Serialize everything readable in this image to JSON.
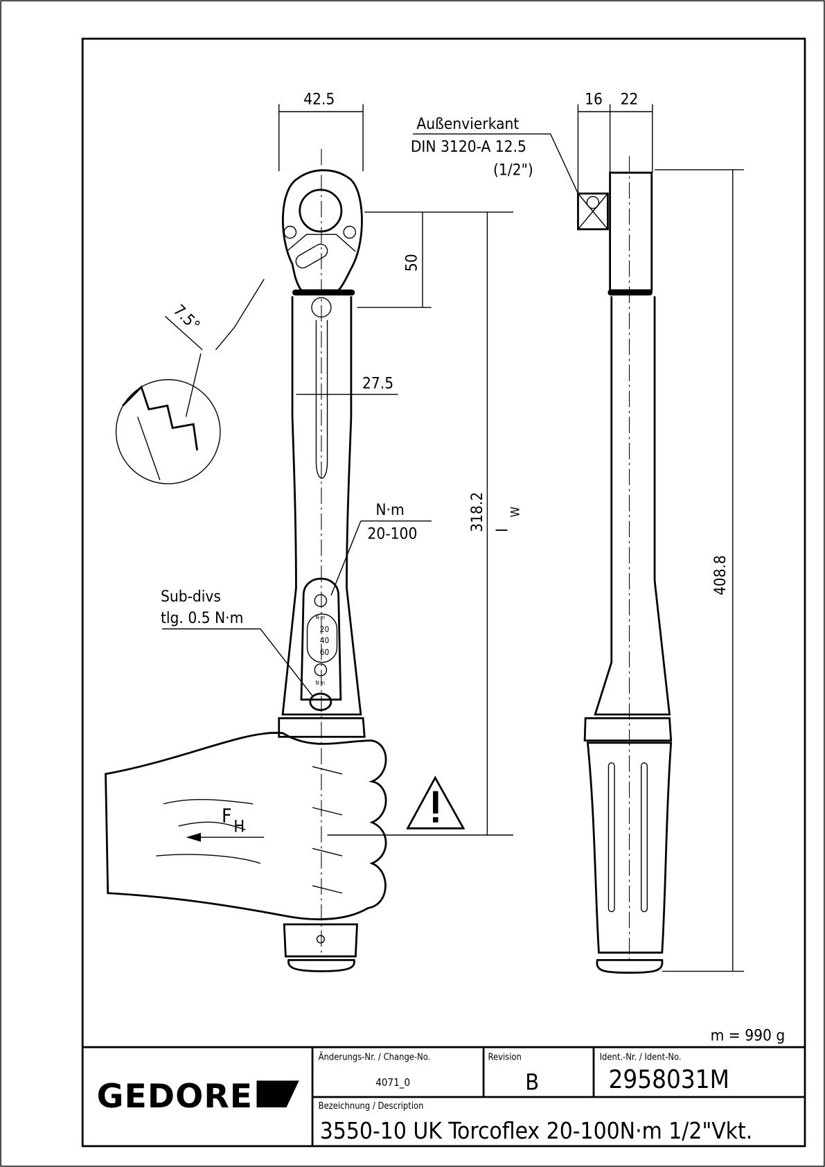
{
  "dimensions": {
    "head_width": "42.5",
    "square_offset": "16",
    "head_depth": "22",
    "square_label": "Außenvierkant",
    "square_standard": "DIN 3120-A 12.5",
    "square_size": "(1/2\")",
    "head_to_pivot": "50",
    "tooth_angle": "7.5°",
    "shaft_width": "27.5",
    "effective_length": "318.2",
    "lw_symbol": "l",
    "lw_subscript": "W",
    "overall_length": "408.8"
  },
  "annotations": {
    "unit": "N·m",
    "range": "20-100",
    "subdivs_label": "Sub-divs",
    "subdivs_value": "tlg. 0.5  N·m",
    "force_symbol": "F",
    "force_subscript": "H",
    "mass": "m = 990 g"
  },
  "scale": {
    "unit_top": "N·m",
    "ticks": [
      "20",
      "40",
      "60"
    ],
    "unit_bottom": "N·m"
  },
  "title_block": {
    "logo": "GEDORE",
    "change_label": "Änderungs-Nr. / Change-No.",
    "change_value": "4071_0",
    "revision_label": "Revision",
    "revision_value": "B",
    "ident_label": "Ident.-Nr. / Ident-No.",
    "ident_value": "2958031M",
    "description_label": "Bezeichnung / Description",
    "description_value": "3550-10 UK Torcoflex  20-100N·m 1/2\"Vkt."
  }
}
